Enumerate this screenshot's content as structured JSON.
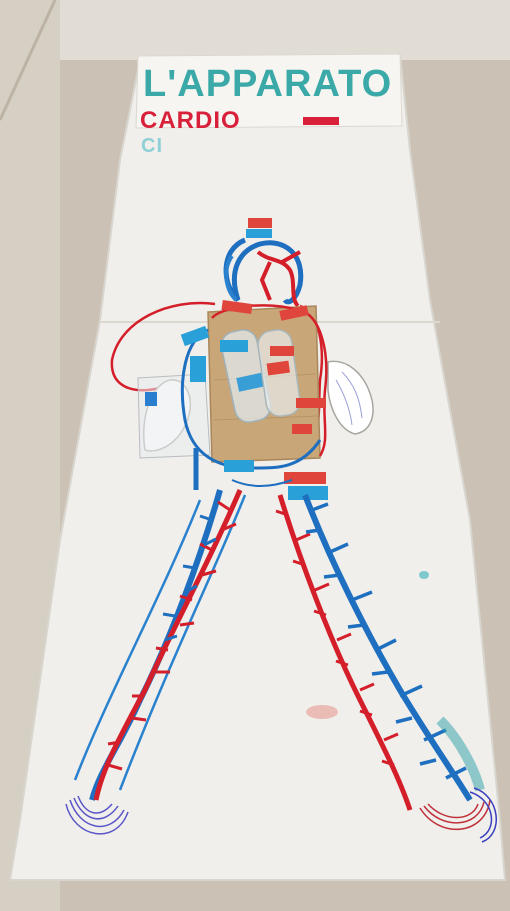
{
  "title": {
    "line1": "L'APPARATO",
    "line2": "CARDIO",
    "line3": "CI"
  },
  "colors": {
    "floor": "#cfc7bb",
    "paper": "#efeeea",
    "title_blue": "#3aa9a8",
    "title_red": "#d8203a",
    "vein_blue": "#1e6fc0",
    "artery_red": "#d41f2a",
    "label_red": "#e0453c",
    "label_blue": "#2aa0d8",
    "wood": "#caa57a"
  },
  "icons": {
    "heart_board": "wooden-board-heart-model",
    "bottle": "plastic-bottle",
    "lung": "paper-lung-cutout"
  }
}
